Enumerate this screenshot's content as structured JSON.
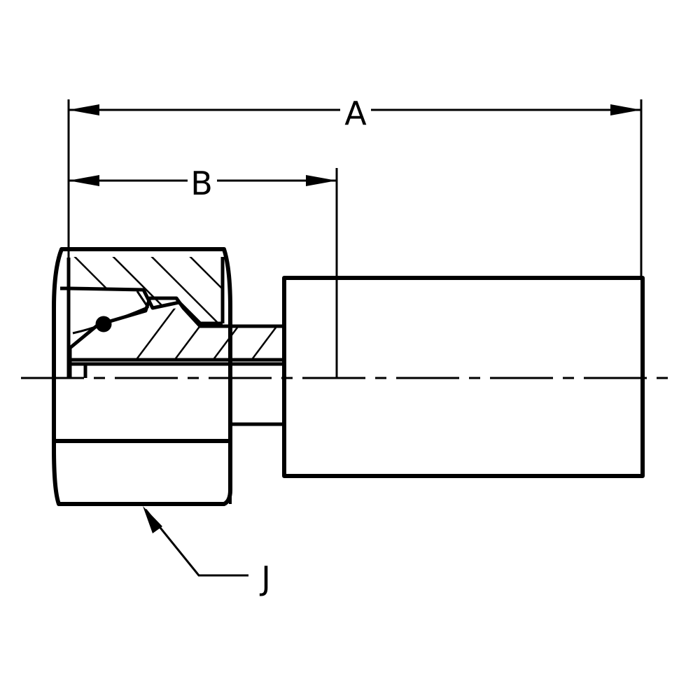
{
  "dimensions": {
    "overall_length_label": "A",
    "nut_to_shoulder_label": "B",
    "hex_callout_label": "J"
  },
  "colors": {
    "line": "#000000",
    "background": "#ffffff"
  }
}
